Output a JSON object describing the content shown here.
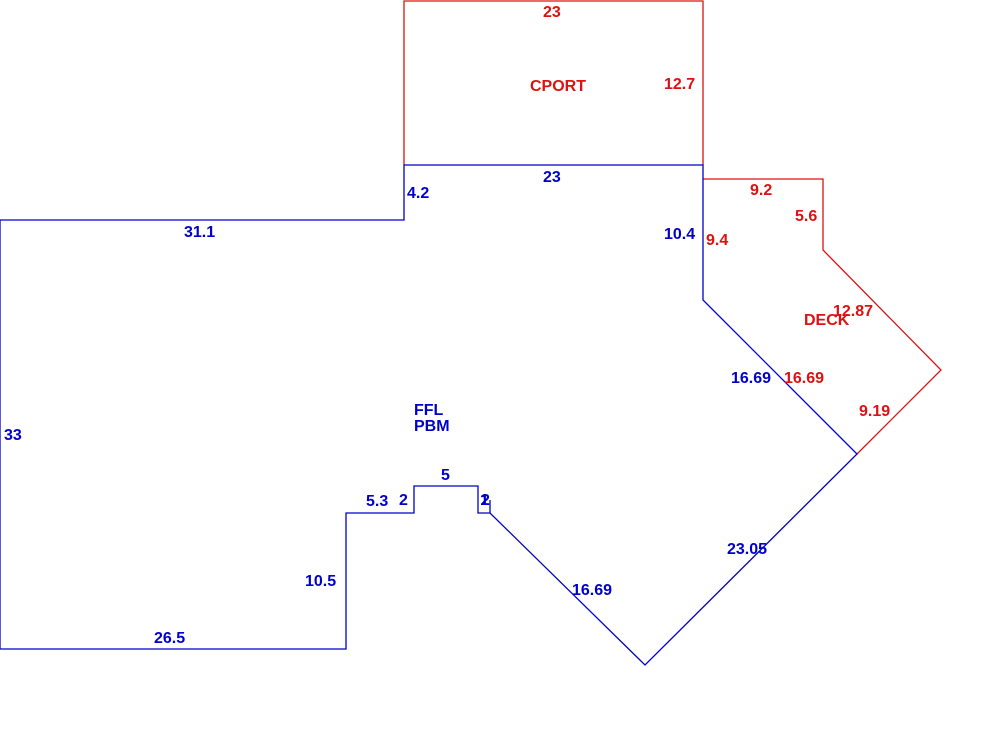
{
  "colors": {
    "main": "#0000cc",
    "secondary": "#dd1111"
  },
  "areas": {
    "cport": "CPORT",
    "deck": "DECK",
    "ffl": "FFL",
    "pbm": "PBM"
  },
  "dimensions": {
    "cport_top": "23",
    "cport_right": "12.7",
    "shared_cport": "23",
    "step_4_2": "4.2",
    "top_left": "31.1",
    "left_side": "33",
    "bottom_left": "26.5",
    "step_10_5": "10.5",
    "step_5_3": "5.3",
    "step_2": "2",
    "notch_5": "5",
    "notch_2": "2",
    "notch_1": "1",
    "diag_16_69_lower": "16.69",
    "diag_23_05": "23.05",
    "diag_16_69_main": "16.69",
    "main_10_4": "10.4",
    "deck_9_4": "9.4",
    "deck_9_2": "9.2",
    "deck_5_6": "5.6",
    "deck_12_87": "12.87",
    "deck_16_69": "16.69",
    "deck_9_19": "9.19"
  }
}
